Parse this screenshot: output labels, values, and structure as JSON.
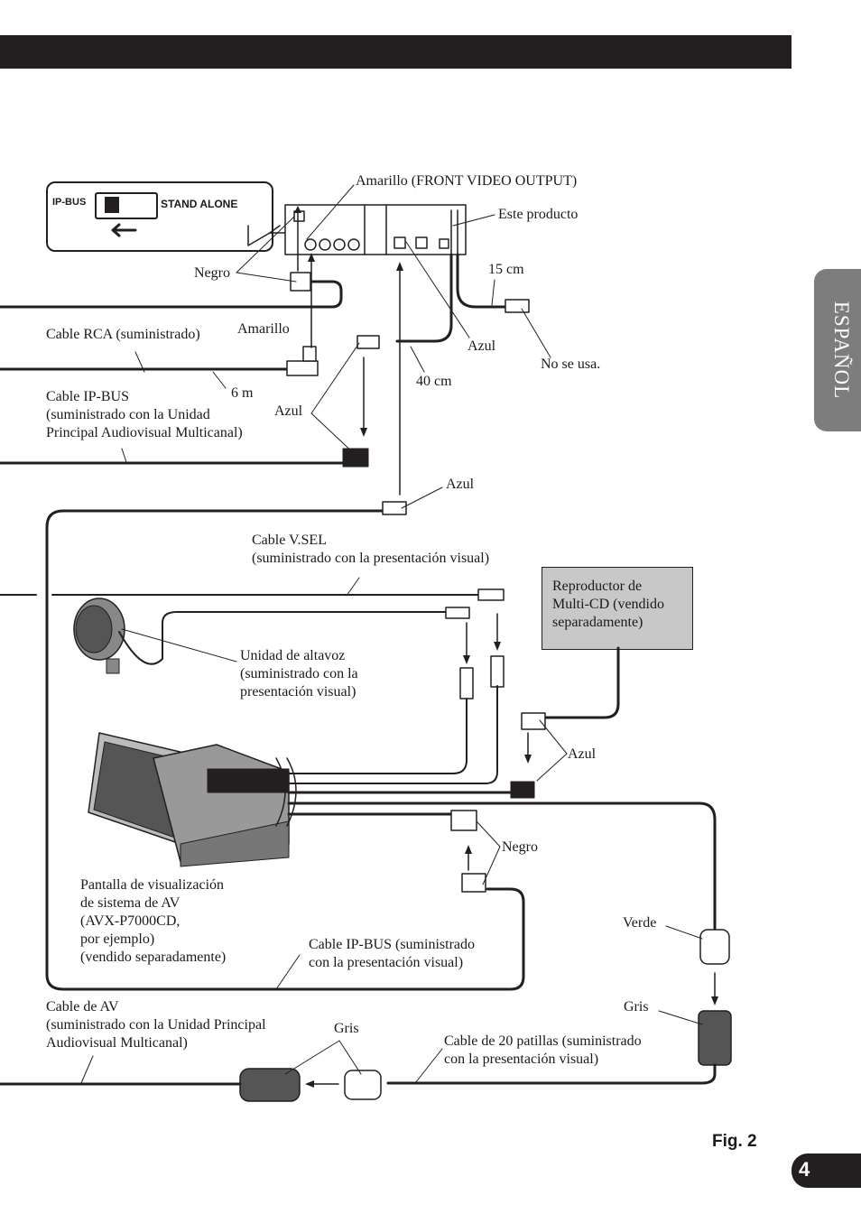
{
  "header": {
    "bar": ""
  },
  "side_tab": {
    "language": "ESPAÑOL"
  },
  "switch": {
    "left_label": "IP-BUS",
    "right_label": "STAND ALONE"
  },
  "labels": {
    "amarillo_front": "Amarillo (FRONT VIDEO OUTPUT)",
    "este_producto": "Este producto",
    "negro_top": "Negro",
    "cm15": "15 cm",
    "cable_rca": "Cable RCA (suministrado)",
    "amarillo": "Amarillo",
    "azul_top": "Azul",
    "no_se_usa": "No se usa.",
    "m6": "6 m",
    "cm40": "40 cm",
    "cable_ipbus": "Cable IP-BUS\n(suministrado con la Unidad\nPrincipal Audiovisual Multicanal)",
    "azul_left": "Azul",
    "azul_mid": "Azul",
    "cable_vsel": "Cable V.SEL\n(suministrado con la presentación visual)",
    "multicd": "Reproductor de\nMulti-CD (vendido\nseparadamente)",
    "altavoz": "Unidad de altavoz\n(suministrado con la\npresentación visual)",
    "azul_right": "Azul",
    "negro_mid": "Negro",
    "pantalla": "Pantalla de visualización\nde sistema de AV\n(AVX-P7000CD,\npor ejemplo)\n(vendido separadamente)",
    "verde": "Verde",
    "cable_ipbus2": "Cable IP-BUS (suministrado\ncon la presentación visual)",
    "gris_right": "Gris",
    "cable_av": "Cable de AV\n(suministrado con la Unidad Principal\nAudiovisual Multicanal)",
    "gris_left": "Gris",
    "cable20": "Cable de 20 patillas (suministrado\ncon la presentación visual)"
  },
  "figure": "Fig. 2",
  "page_number": "4"
}
